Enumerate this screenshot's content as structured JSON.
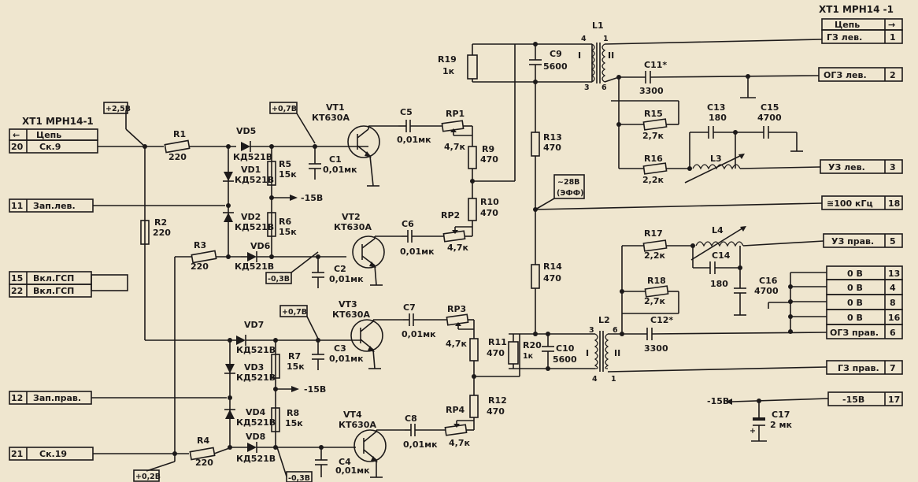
{
  "connector_left": {
    "title": "XT1 МРН14-1",
    "header": "Цепь",
    "header_arrow": "←",
    "pins": [
      {
        "num": "20",
        "label": "Ск.9"
      },
      {
        "num": "11",
        "label": "Зап.лев."
      },
      {
        "num": "15",
        "label": "Вкл.ГСП"
      },
      {
        "num": "22",
        "label": "Вкл.ГСП"
      },
      {
        "num": "12",
        "label": "Зап.прав."
      },
      {
        "num": "21",
        "label": "Ск.19"
      }
    ]
  },
  "connector_right": {
    "title": "XT1 МРН14 -1",
    "header": "Цепь",
    "header_arrow": "→",
    "pins": [
      {
        "num": "1",
        "label": "ГЗ лев."
      },
      {
        "num": "2",
        "label": "ОГЗ лев."
      },
      {
        "num": "3",
        "label": "УЗ лев."
      },
      {
        "num": "18",
        "label": "≅100 кГц"
      },
      {
        "num": "5",
        "label": "УЗ прав."
      },
      {
        "num": "13",
        "label": "0 В"
      },
      {
        "num": "4",
        "label": "0 В"
      },
      {
        "num": "8",
        "label": "0 В"
      },
      {
        "num": "16",
        "label": "0 В"
      },
      {
        "num": "6",
        "label": "ОГЗ прав."
      },
      {
        "num": "7",
        "label": "ГЗ прав."
      },
      {
        "num": "17",
        "label": "-15В"
      }
    ]
  },
  "voltages": {
    "v1": "+2,5В",
    "v2": "+0,7В",
    "v3": "+0,7В",
    "v4": "-0,3В",
    "v5": "+0,2В",
    "v6": "-0,3В",
    "ac": "~28В",
    "ac_sub": "(ЭФФ)",
    "neg15_top": "-15В",
    "neg15_bot": "-15В",
    "neg15_right": "-15В"
  },
  "components": {
    "R1": {
      "ref": "R1",
      "val": "220"
    },
    "R2": {
      "ref": "R2",
      "val": "220"
    },
    "R3": {
      "ref": "R3",
      "val": "220"
    },
    "R4": {
      "ref": "R4",
      "val": "220"
    },
    "R5": {
      "ref": "R5",
      "val": "15к"
    },
    "R6": {
      "ref": "R6",
      "val": "15к"
    },
    "R7": {
      "ref": "R7",
      "val": "15к"
    },
    "R8": {
      "ref": "R8",
      "val": "15к"
    },
    "R9": {
      "ref": "R9",
      "val": "470"
    },
    "R10": {
      "ref": "R10",
      "val": "470"
    },
    "R11": {
      "ref": "R11",
      "val": "470"
    },
    "R12": {
      "ref": "R12",
      "val": "470"
    },
    "R13": {
      "ref": "R13",
      "val": "470"
    },
    "R14": {
      "ref": "R14",
      "val": "470"
    },
    "R15": {
      "ref": "R15",
      "val": "2,7к"
    },
    "R16": {
      "ref": "R16",
      "val": "2,2к"
    },
    "R17": {
      "ref": "R17",
      "val": "2,2к"
    },
    "R18": {
      "ref": "R18",
      "val": "2,7к"
    },
    "R19": {
      "ref": "R19",
      "val": "1к"
    },
    "R20": {
      "ref": "R20",
      "val": "1к"
    },
    "RP1": {
      "ref": "RP1",
      "val": "4,7к"
    },
    "RP2": {
      "ref": "RP2",
      "val": "4,7к"
    },
    "RP3": {
      "ref": "RP3",
      "val": "4,7к"
    },
    "RP4": {
      "ref": "RP4",
      "val": "4,7к"
    },
    "C1": {
      "ref": "C1",
      "val": "0,01мк"
    },
    "C2": {
      "ref": "C2",
      "val": "0,01мк"
    },
    "C3": {
      "ref": "C3",
      "val": "0,01мк"
    },
    "C4": {
      "ref": "C4",
      "val": "0,01мк"
    },
    "C5": {
      "ref": "C5",
      "val": "0,01мк"
    },
    "C6": {
      "ref": "C6",
      "val": "0,01мк"
    },
    "C7": {
      "ref": "C7",
      "val": "0,01мк"
    },
    "C8": {
      "ref": "C8",
      "val": "0,01мк"
    },
    "C9": {
      "ref": "C9",
      "val": "5600"
    },
    "C10": {
      "ref": "C10",
      "val": "5600"
    },
    "C11": {
      "ref": "C11*",
      "val": "3300"
    },
    "C12": {
      "ref": "C12*",
      "val": "3300"
    },
    "C13": {
      "ref": "C13",
      "val": "180"
    },
    "C14": {
      "ref": "C14",
      "val": "180"
    },
    "C15": {
      "ref": "C15",
      "val": "4700"
    },
    "C16": {
      "ref": "C16",
      "val": "4700"
    },
    "C17": {
      "ref": "C17",
      "val": "2 мк"
    },
    "VT1": {
      "ref": "VT1",
      "val": "КТ630А"
    },
    "VT2": {
      "ref": "VT2",
      "val": "КТ630А"
    },
    "VT3": {
      "ref": "VT3",
      "val": "КТ630А"
    },
    "VT4": {
      "ref": "VT4",
      "val": "КТ630А"
    },
    "VD1": {
      "ref": "VD1",
      "val": "КД521В"
    },
    "VD2": {
      "ref": "VD2",
      "val": "КД521В"
    },
    "VD3": {
      "ref": "VD3",
      "val": "КД521В"
    },
    "VD4": {
      "ref": "VD4",
      "val": "КД521В"
    },
    "VD5": {
      "ref": "VD5",
      "val": "КД521В"
    },
    "VD6": {
      "ref": "VD6",
      "val": "КД521В"
    },
    "VD7": {
      "ref": "VD7",
      "val": "КД521В"
    },
    "VD8": {
      "ref": "VD8",
      "val": "КД521В"
    },
    "L1": {
      "ref": "L1"
    },
    "L2": {
      "ref": "L2"
    },
    "L3": {
      "ref": "L3"
    },
    "L4": {
      "ref": "L4"
    }
  },
  "transformer": {
    "wind_I": "I",
    "wind_II": "II",
    "l1_pins": [
      "4",
      "1",
      "3",
      "6"
    ],
    "l2_pins": [
      "3",
      "6",
      "4",
      "1"
    ]
  }
}
